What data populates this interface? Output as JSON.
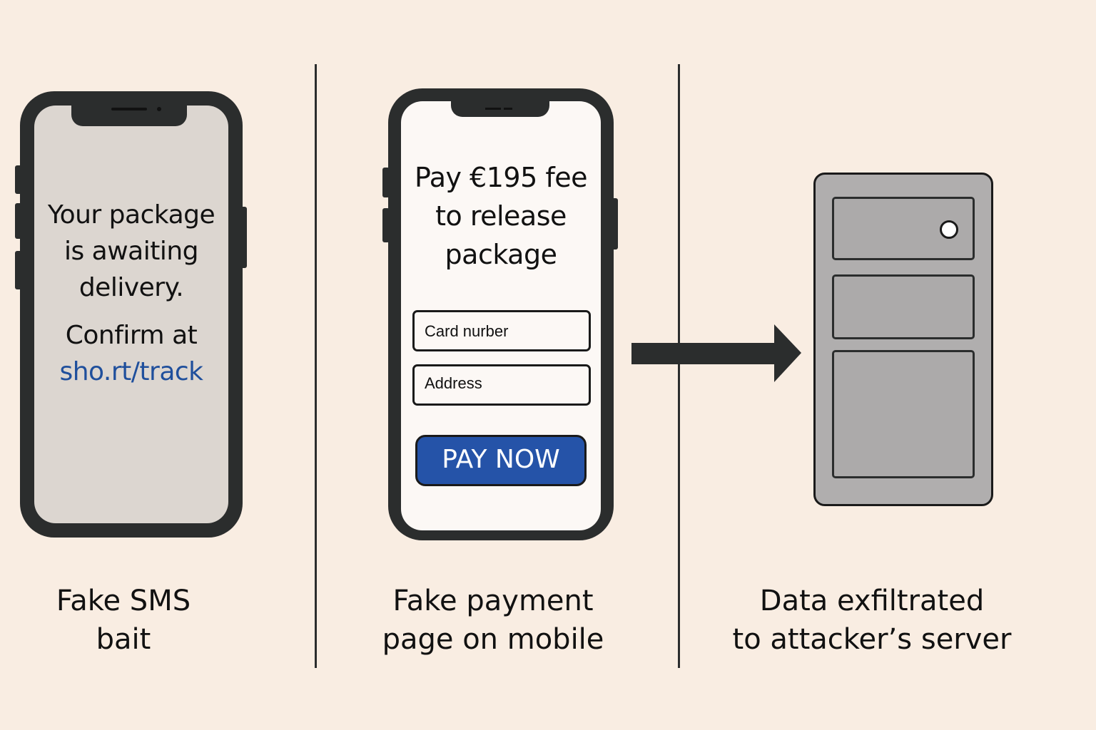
{
  "panels": [
    {
      "caption": [
        "Fake SMS",
        "bait"
      ],
      "sms": {
        "lines": [
          "Your package",
          "is awaiting",
          "delivery."
        ],
        "confirm": "Confirm at",
        "link": "sho.rt/track"
      }
    },
    {
      "caption": [
        "Fake payment",
        "page on mobile"
      ],
      "payment": {
        "heading": [
          "Pay €195 fee",
          "to release",
          "package"
        ],
        "card_field": "Card nurber",
        "address_field": "Address",
        "pay_button": "PAY NOW"
      }
    },
    {
      "caption": [
        "Data exfiltrated",
        "to attacker’s server"
      ]
    }
  ],
  "colors": {
    "background": "#f9ede2",
    "link": "#1f4f9c",
    "button": "#2553a8",
    "server": "#b0aeae",
    "frame": "#2b2d2d"
  }
}
